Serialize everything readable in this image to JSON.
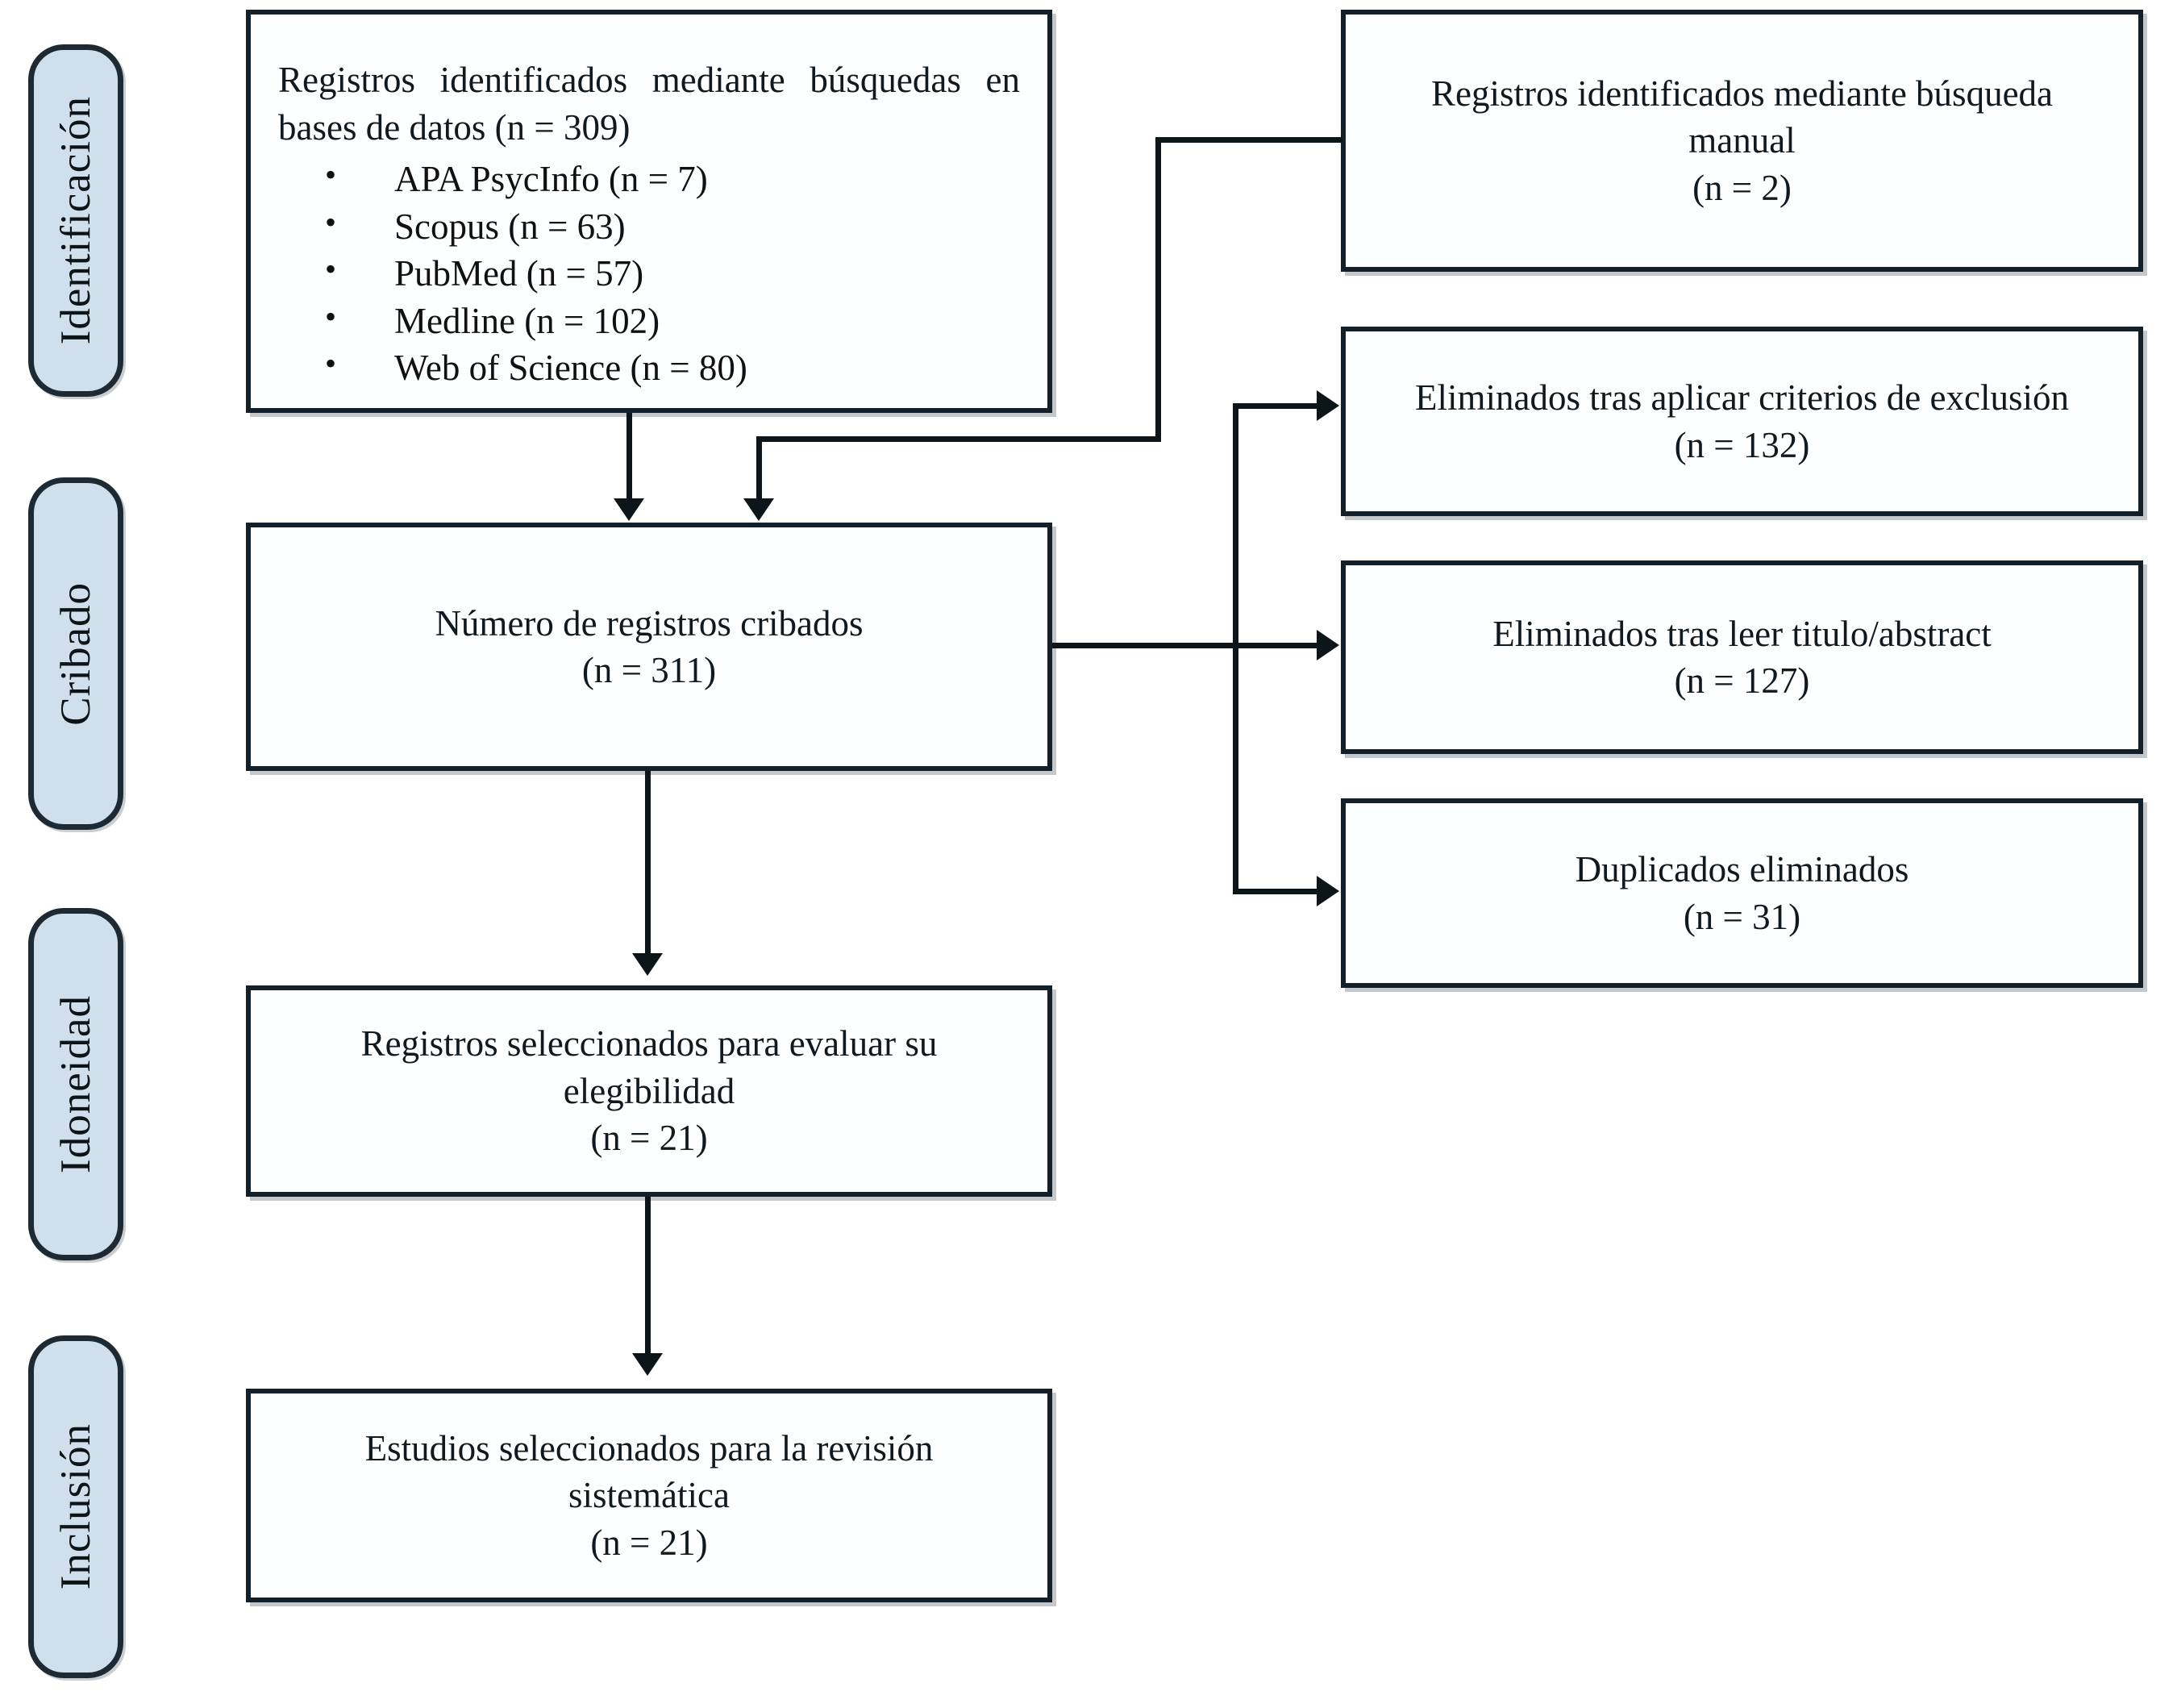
{
  "diagram": {
    "type": "prisma-flow-diagram",
    "language": "es",
    "colors": {
      "stage_fill": "#cfe0ec",
      "stage_border": "#1d2a33",
      "box_border": "#13202a",
      "connector": "#0c1519",
      "background": "#ffffff"
    }
  },
  "stages": [
    {
      "id": "identificacion",
      "label": "Identificación"
    },
    {
      "id": "cribado",
      "label": "Cribado"
    },
    {
      "id": "idoneidad",
      "label": "Idoneidad"
    },
    {
      "id": "inclusion",
      "label": "Inclusión"
    }
  ],
  "boxes": {
    "databases": {
      "line1": "Registros identificados mediante búsquedas en",
      "line2": "bases de datos (n = 309)",
      "sources": [
        "APA PsycInfo (n = 7)",
        "Scopus (n = 63)",
        "PubMed (n = 57)",
        "Medline (n = 102)",
        "Web of Science (n = 80)"
      ]
    },
    "manual_search": {
      "line1": "Registros identificados mediante búsqueda",
      "line2": "manual",
      "count": "(n = 2)"
    },
    "screened": {
      "line1": "Número de registros cribados",
      "count": "(n = 311)"
    },
    "excluded_criteria": {
      "line1": "Eliminados tras aplicar criterios de exclusión",
      "count": "(n = 132)"
    },
    "excluded_title_abstract": {
      "line1": "Eliminados tras leer titulo/abstract",
      "count": "(n = 127)"
    },
    "duplicates_removed": {
      "line1": "Duplicados eliminados",
      "count": "(n = 31)"
    },
    "eligibility": {
      "line1": "Registros seleccionados para evaluar su",
      "line2": "elegibilidad",
      "count": "(n = 21)"
    },
    "included": {
      "line1": "Estudios seleccionados para la revisión",
      "line2": "sistemática",
      "count": "(n = 21)"
    }
  },
  "flow_data": {
    "identified_databases": 309,
    "identified_manual": 2,
    "screened": 311,
    "excluded_by_criteria": 132,
    "excluded_by_title_abstract": 127,
    "duplicates_removed": 31,
    "assessed_for_eligibility": 21,
    "included_in_review": 21,
    "source_counts": {
      "APA PsycInfo": 7,
      "Scopus": 63,
      "PubMed": 57,
      "Medline": 102,
      "Web of Science": 80
    }
  }
}
